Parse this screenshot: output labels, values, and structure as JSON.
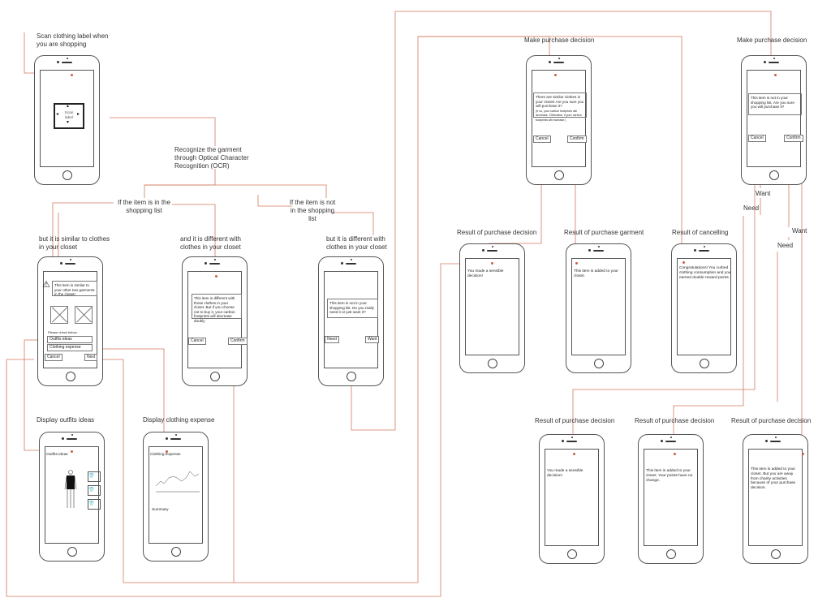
{
  "colors": {
    "connector": "#d27a5e",
    "outline": "#555555"
  },
  "labels": {
    "scan": "Scan clothing label when you are shopping",
    "ocr": "Recognize the garment through Optical Character Recognition (OCR)",
    "in_list": "If the item is in the shopping list",
    "not_in_list": "If the item is not in the shopping list",
    "similar": "but it is similar to clothes in your closet",
    "different": "and it is different with clothes in your closet",
    "different2": "but it is different with clothes in your closet",
    "outfits": "Display outfits ideas",
    "expense": "Display clothing expense",
    "make1": "Make purchase decision",
    "make2": "Make purchase decision",
    "res1": "Result of purchase decision",
    "res2": "Result of purchase garment",
    "res3": "Result of cancelling",
    "res4": "Result of purchase decision",
    "res5": "Result of purchase decision",
    "res6": "Result of purchase decision",
    "want1": "Want",
    "need1": "Need",
    "want2": "Want",
    "need2": "Need"
  },
  "screens": {
    "scan": {
      "text": "Scan label"
    },
    "similar": {
      "msg": "This item is similar to your other two garments in the closet!",
      "check": "Please check below:",
      "outfits": "Outfits ideas",
      "expense": "Clothing expense",
      "cancel": "Cancel",
      "next": "Next"
    },
    "different": {
      "msg": "This item is different with those clothes in your closet. But if you choose not to buy it, your carbon footprints will decrease doubly",
      "cancel": "Cancel",
      "confirm": "Confirm"
    },
    "notlist": {
      "msg": "This item is not in your shopping list. Do you really need it or just want it?",
      "need": "Need",
      "want": "Want"
    },
    "outfits": {
      "title": "Outfits ideas"
    },
    "expense": {
      "title": "Clothing Expense",
      "summary": "Summary"
    },
    "make1": {
      "msg": "There are similar clothes in your closet! Are you sure you will purchase it?",
      "note": "(If no, your carbon footprints will decrease. Otherwise, if your carbon footprints will increase.)",
      "cancel": "Cancel",
      "confirm": "Confirm"
    },
    "make2": {
      "msg": "This item is not in your shopping list. Are you sure you will purchase it?",
      "cancel": "Cancel",
      "confirm": "Confirm"
    },
    "res1": {
      "msg": "You made a sensible decision!"
    },
    "res2": {
      "msg": "This item is added to your closet."
    },
    "res3": {
      "msg": "Congratulations! You curbed clothing consumption and you earned double reward points."
    },
    "res4": {
      "msg": "You made a sensible decision!"
    },
    "res5": {
      "msg": "This item is added to your closet. Your points have no change."
    },
    "res6": {
      "msg": "This item is added to your closet. But you are away from charity activities because of your purchase decision."
    }
  }
}
